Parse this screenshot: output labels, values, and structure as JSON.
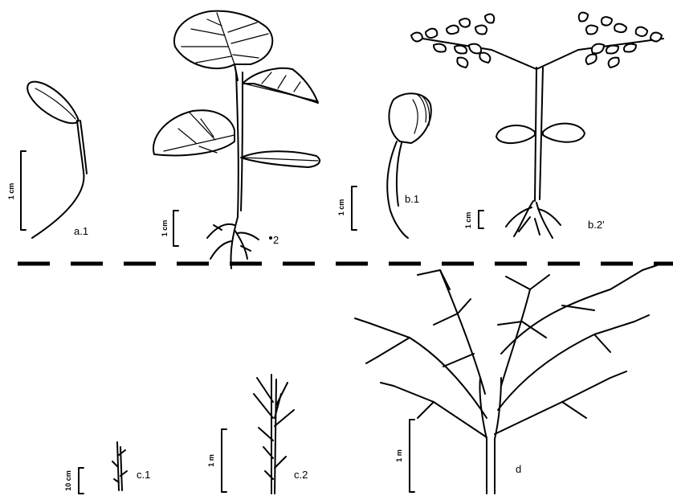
{
  "labels": {
    "a1": "a.1",
    "a2_mark": "2",
    "b1": "b.1",
    "b2": "b.2'",
    "c1": "c.1",
    "c2": "c.2",
    "d": "d"
  },
  "scale_bars": {
    "a1": "1 cm",
    "a2": "1 cm",
    "b1": "1 cm",
    "b2": "1 cm",
    "c1": "10 cm",
    "c2": "1 m",
    "d": "1 m"
  }
}
